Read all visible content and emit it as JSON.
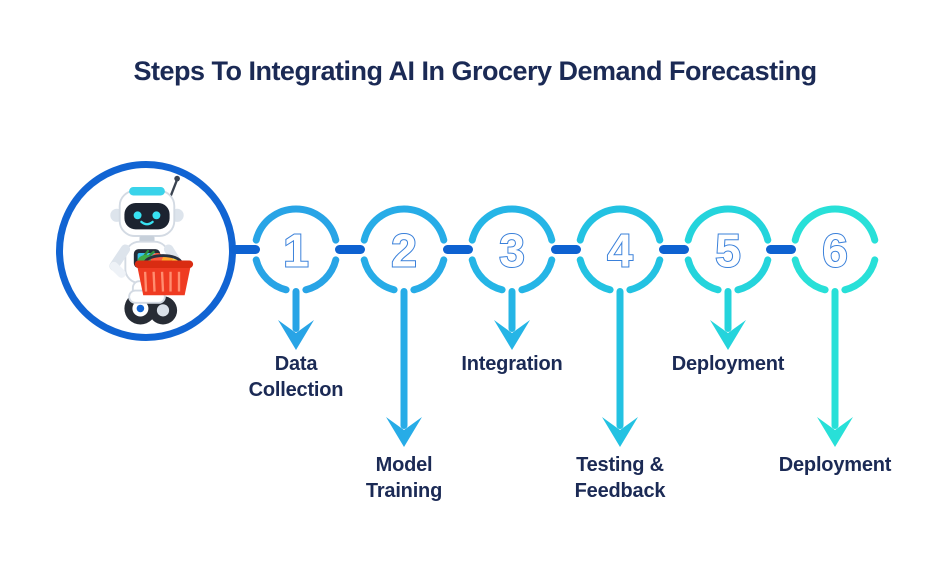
{
  "title": "Steps To Integrating AI In Grocery Demand Forecasting",
  "colors": {
    "title_text": "#1B2A55",
    "label_text": "#1B2A55",
    "connector": "#0E62D1",
    "hero_ring": "#1164D3",
    "number_fill": "#FFFFFF",
    "number_stroke": "#3A80DA"
  },
  "hero": {
    "icon": "robot-with-grocery-basket"
  },
  "steps": [
    {
      "number": "1",
      "label_lines": [
        "Data",
        "Collection"
      ],
      "ring_color": "#28A4E6",
      "arrow": "short"
    },
    {
      "number": "2",
      "label_lines": [
        "Model",
        "Training"
      ],
      "ring_color": "#27ACE7",
      "arrow": "long"
    },
    {
      "number": "3",
      "label_lines": [
        "Integration"
      ],
      "ring_color": "#25B5E6",
      "arrow": "short"
    },
    {
      "number": "4",
      "label_lines": [
        "Testing &",
        "Feedback"
      ],
      "ring_color": "#23C2E2",
      "arrow": "long"
    },
    {
      "number": "5",
      "label_lines": [
        "Deployment"
      ],
      "ring_color": "#24D4DC",
      "arrow": "short"
    },
    {
      "number": "6",
      "label_lines": [
        "Deployment"
      ],
      "ring_color": "#28E0D8",
      "arrow": "long"
    }
  ]
}
